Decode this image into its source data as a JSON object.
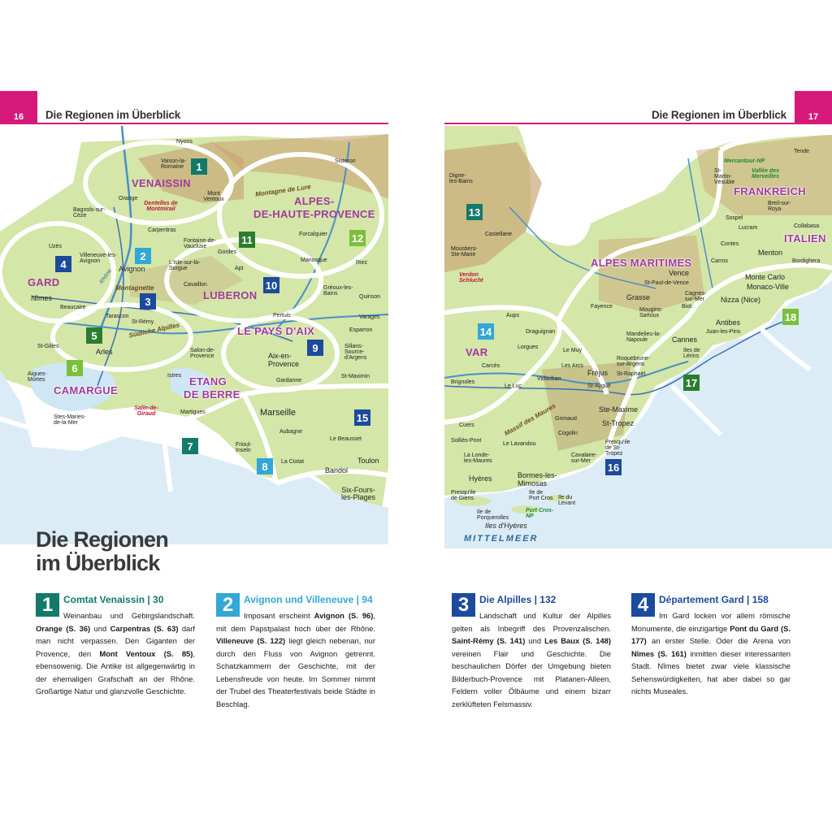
{
  "left_page": {
    "number": "16",
    "header_title": "Die Regionen im Überblick",
    "title_line1": "Die Regionen",
    "title_line2": "im Überblick"
  },
  "right_page": {
    "number": "17",
    "header_title": "Die Regionen im Überblick"
  },
  "map_left": {
    "regions": {
      "venaissin": "VENAISSIN",
      "alpes_hp_1": "ALPES-",
      "alpes_hp_2": "DE-HAUTE-PROVENCE",
      "gard": "GARD",
      "luberon": "LUBERON",
      "pays_aix": "LE PAYS D'AIX",
      "camargue": "CAMARGUE",
      "etang_1": "ETANG",
      "etang_2": "DE BERRE"
    },
    "mountains": {
      "lure": "Montagne de Lure",
      "alpilles": "Südliche Alpilles",
      "montagnette": "Montagnette",
      "ventoux": "Mont Ventoux"
    },
    "stars": {
      "dentelles": "Dentelles de Montmirail",
      "salin": "Salin-de-Giraud"
    },
    "cities": {
      "nyons": "Nyons",
      "vaison": "Vaison-la-Romaine",
      "sisteron": "Sisteron",
      "bagnols": "Bagnols-sur-Cèze",
      "orange": "Orange",
      "carpentras": "Carpentras",
      "forcalquier": "Forcalquier",
      "uzes": "Uzès",
      "villeneuve": "Villeneuve-lès-Avignon",
      "avignon": "Avignon",
      "fontaine": "Fontaine-de-Vaucluse",
      "lisle": "L'Isle-sur-la-Sorgue",
      "gordes": "Gordes",
      "apt": "Apt",
      "manosque": "Manosque",
      "riez": "Riez",
      "cavaillon": "Cavaillon",
      "greoux": "Gréoux-les-Bains",
      "quinson": "Quinson",
      "nimes": "Nîmes",
      "beaucaire": "Beaucaire",
      "tarascon": "Tarascon",
      "stremy": "St-Rémy",
      "pertuis": "Pertuis",
      "varages": "Varages",
      "esparron": "Esparron",
      "stgilles": "St-Gilles",
      "arles": "Arles",
      "salon": "Salon-de-Provence",
      "aix": "Aix-en-Provence",
      "sillans": "Sillans-Source-d'Argens",
      "aigues": "Aigues-Mortes",
      "istres": "Istres",
      "gardanne": "Gardanne",
      "stmaximin": "St-Maximin",
      "martigues": "Martigues",
      "marseille": "Marseille",
      "saintes": "Stes-Maries-de-la-Mer",
      "aubagne": "Aubagne",
      "frioul": "Frioul-Inseln",
      "beausset": "Le Beausset",
      "ciotat": "La Ciotat",
      "toulon": "Toulon",
      "bandol": "Bandol",
      "sixfours": "Six-Fours-les-Plages",
      "rhone": "Rhône"
    }
  },
  "map_right": {
    "regions": {
      "alpes_maritimes": "ALPES MARITIMES",
      "frankreich": "FRANKREICH",
      "italien": "ITALIEN",
      "var": "VAR"
    },
    "mountains": {
      "maures": "Massif des Maures"
    },
    "stars": {
      "verdon": "Verdon Schlucht"
    },
    "green": {
      "mercantour": "Mercantour-NP",
      "portcros": "Port Cros-NP"
    },
    "sea": "MITTELMEER",
    "cities": {
      "tende": "Tende",
      "digne": "Digne-les-Bains",
      "stmartin": "St-Martin-Vésubie",
      "merveilles": "Vallée des Merveilles",
      "breil": "Breil-sur-Roya",
      "castellane": "Castellane",
      "sospel": "Sospel",
      "lucram": "Lucram",
      "collabasa": "Collabasa",
      "contes": "Contes",
      "moustiers": "Moustiers-Ste-Marie",
      "carros": "Carros",
      "menton": "Menton",
      "bordighera": "Bordighera",
      "vence": "Vence",
      "stpaul": "St-Paul-de-Vence",
      "cagnes": "Cagnes-sur-Mer",
      "montecarlo": "Monte Carlo",
      "monaco": "Monaco-Ville",
      "nizza": "Nizza (Nice)",
      "grasse": "Grasse",
      "mougins": "Mougins-Sartoux",
      "biot": "Biot",
      "fayence": "Fayence",
      "aups": "Aups",
      "antibes": "Antibes",
      "juan": "Juan-les-Pins",
      "draguignan": "Draguignan",
      "mandelieu": "Mandelieu-la-Napoule",
      "cannes": "Cannes",
      "lerins": "Iles de Lérins",
      "lorgues": "Lorgues",
      "lemuy": "Le Muy",
      "roquebrune": "Roquebrune-sur-Argens",
      "arcs": "Les Arcs",
      "carces": "Carcès",
      "frejus": "Fréjus",
      "straphael": "St-Raphaël",
      "vidauban": "Vidauban",
      "brignoles": "Brignoles",
      "leluc": "Le Luc",
      "staygulf": "St-Aygulf",
      "stemaxime": "Ste-Maxime",
      "grimaud": "Grimaud",
      "sttropez": "St-Tropez",
      "cuers": "Cuers",
      "cogolin": "Cogolin",
      "solliespont": "Solliès-Pont",
      "lavandou": "Le Lavandou",
      "presquile_tropez": "Presqu'ile de St-Tropez",
      "londe": "La Londe-les-Maures",
      "cavalaire": "Cavalaire-sur-Mer",
      "bormes": "Bormes-les-Mimosas",
      "hyeres": "Hyères",
      "portcros_isle": "Ile de Port Cros",
      "levant": "Ile du Levant",
      "giens": "Presqu'ile de Giens",
      "porquerolles": "Ile de Porquerolles",
      "ilesdhyeres": "Iles d'Hyères"
    }
  },
  "entries": [
    {
      "num": "1",
      "title": "Comtat Venaissin | 30",
      "text_html": "Weinanbau und Gebirgslandschaft. <b>Orange (S. 36)</b> und <b>Carpentras (S. 63)</b> darf man nicht verpassen. Den Giganten der Provence, den <b>Mont Ventoux (S. 85)</b>, ebensowenig. Die Antike ist allgegenwärtig in der ehemaligen Grafschaft an der Rhône. Großartige Natur und glanzvolle Geschichte.",
      "title_color": "#127a6a",
      "box_color": "#127a6a"
    },
    {
      "num": "2",
      "title": "Avignon und Villeneuve | 94",
      "text_html": "Imposant erscheint <b>Avignon (S. 96)</b>, mit dem Papstpalast hoch über der Rhône. <b>Villeneuve (S. 122)</b> liegt gleich nebenan, nur durch den Fluss von Avignon getrennt. Schatzkammern der Geschichte, mit der Lebensfreude von heute. Im Sommer nimmt der Trubel des Theaterfestivals beide Städte in Beschlag.",
      "title_color": "#33a7d6",
      "box_color": "#33a7d6"
    },
    {
      "num": "3",
      "title": "Die Alpilles | 132",
      "text_html": "Landschaft und Kultur der Alpilles gelten als Inbegriff des Provenzalischen. <b>Saint-Rémy (S. 141)</b> und <b>Les Baux (S. 148)</b> vereinen Flair und Geschichte. Die beschaulichen Dörfer der Umgebung bieten Bilderbuch-Provence mit Platanen-Alleen, Feldern voller Ölbäume und einem bizarr zerklüfteten Felsmassiv.",
      "title_color": "#1c4a9c",
      "box_color": "#1c4a9c"
    },
    {
      "num": "4",
      "title": "Département Gard | 158",
      "text_html": "Im Gard locken vor allem römische Monumente, die einzigartige <b>Pont du Gard (S. 177)</b> an erster Stelle. Oder die Arena von <b>Nîmes (S. 161)</b> inmitten dieser interessanten Stadt. Nîmes bietet zwar viele klassische Sehenswürdigkeiten, hat aber dabei so gar nichts Museales.",
      "title_color": "#1c4a9c",
      "box_color": "#1c4a9c"
    }
  ],
  "badges_left": [
    "1",
    "2",
    "3",
    "4",
    "5",
    "6",
    "7",
    "8",
    "9",
    "10",
    "11",
    "12",
    "15"
  ],
  "badges_right": [
    "13",
    "14",
    "16",
    "17",
    "18"
  ]
}
